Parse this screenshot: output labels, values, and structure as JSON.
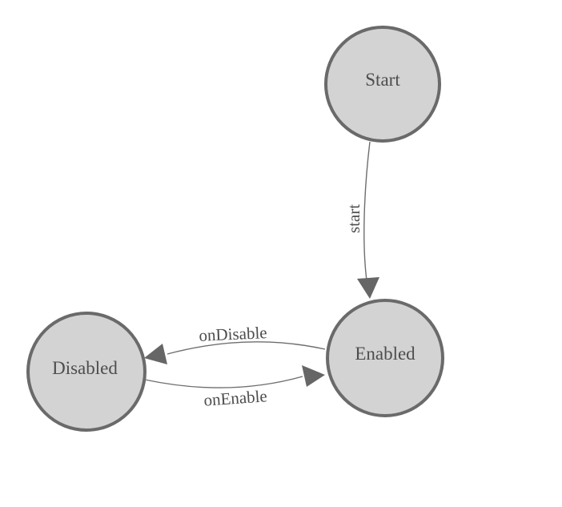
{
  "diagram": {
    "type": "state-diagram",
    "nodes": [
      {
        "id": "start",
        "label": "Start"
      },
      {
        "id": "enabled",
        "label": "Enabled"
      },
      {
        "id": "disabled",
        "label": "Disabled"
      }
    ],
    "edges": [
      {
        "id": "start-to-enabled",
        "from": "Start",
        "to": "Enabled",
        "label": "start"
      },
      {
        "id": "enabled-to-disabled",
        "from": "Enabled",
        "to": "Disabled",
        "label": "onDisable"
      },
      {
        "id": "disabled-to-enabled",
        "from": "Disabled",
        "to": "Enabled",
        "label": "onEnable"
      }
    ]
  },
  "colors": {
    "background": "#ffffff",
    "node_fill": "#d3d3d3",
    "node_stroke": "#6a6a6a",
    "edge_stroke": "#6e6e6e",
    "arrow_fill": "#666666",
    "text": "#4d4d4d"
  }
}
